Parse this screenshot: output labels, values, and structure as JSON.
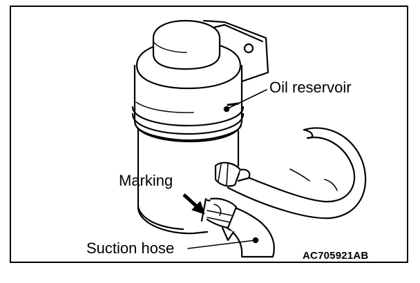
{
  "labels": {
    "oil_reservoir": "Oil reservoir",
    "marking": "Marking",
    "suction_hose": "Suction hose"
  },
  "figure_id": "AC705921AB",
  "colors": {
    "line": "#000000",
    "background": "#ffffff"
  }
}
